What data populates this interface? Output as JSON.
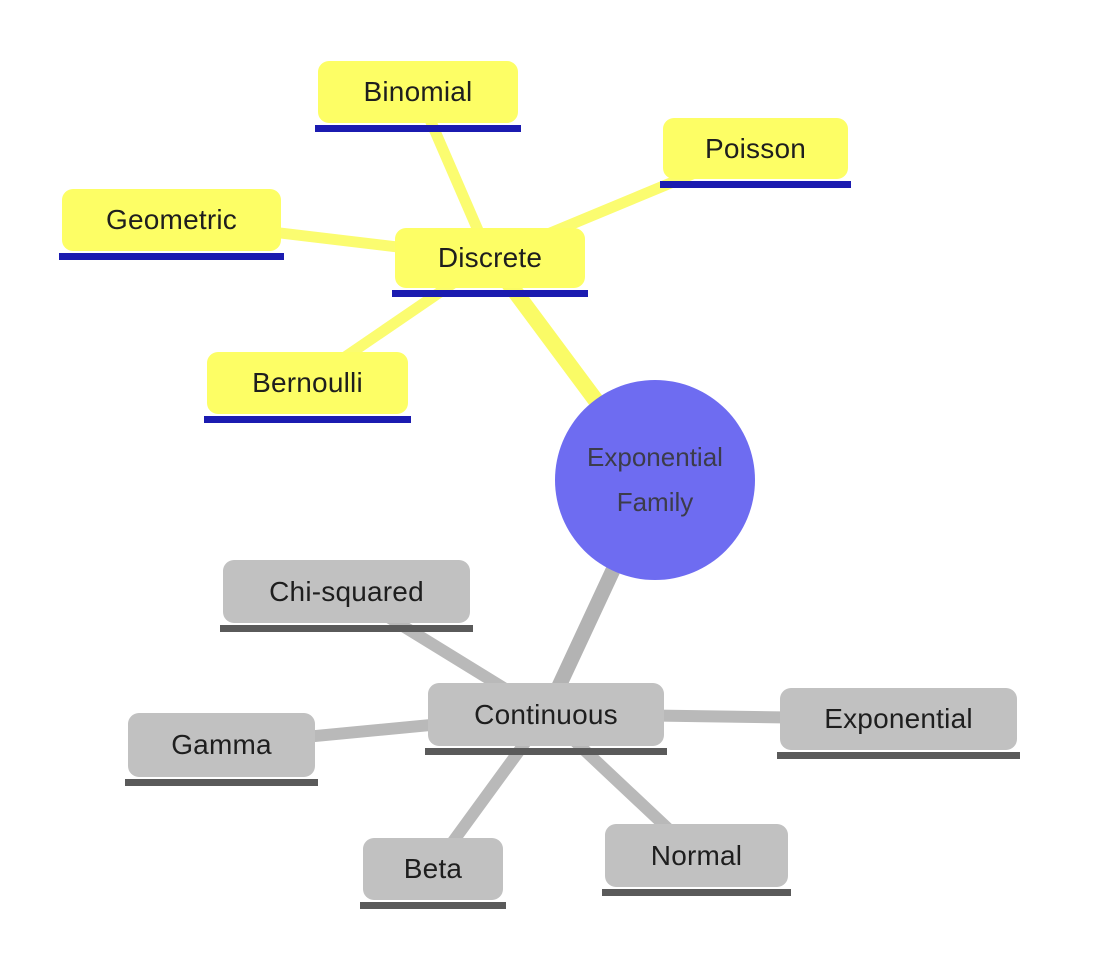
{
  "diagram": {
    "center": {
      "label_line1": "Exponential",
      "label_line2": "Family"
    },
    "branches": [
      {
        "id": "discrete",
        "label": "Discrete",
        "children": [
          "Binomial",
          "Poisson",
          "Geometric",
          "Bernoulli"
        ]
      },
      {
        "id": "continuous",
        "label": "Continuous",
        "children": [
          "Chi-squared",
          "Exponential",
          "Gamma",
          "Beta",
          "Normal"
        ]
      }
    ],
    "edges": [
      {
        "from": "Discrete",
        "to": "Binomial"
      },
      {
        "from": "Discrete",
        "to": "Poisson"
      },
      {
        "from": "Discrete",
        "to": "Geometric"
      },
      {
        "from": "Discrete",
        "to": "Bernoulli"
      },
      {
        "from": "Exponential Family",
        "to": "Discrete"
      },
      {
        "from": "Exponential Family",
        "to": "Continuous"
      },
      {
        "from": "Continuous",
        "to": "Chi-squared"
      },
      {
        "from": "Continuous",
        "to": "Exponential"
      },
      {
        "from": "Continuous",
        "to": "Gamma"
      },
      {
        "from": "Continuous",
        "to": "Beta"
      },
      {
        "from": "Continuous",
        "to": "Normal"
      }
    ],
    "colors": {
      "node_yellow": "#fdfe65",
      "underline_navy": "#1b1bb0",
      "node_gray": "#c1c1c1",
      "underline_dark_gray": "#5a5a5a",
      "center_blue": "#6e6cf1",
      "edge_yellow": "#fbfc70",
      "edge_gray": "#b9b9b9",
      "text": "#1e1e1e"
    }
  },
  "nodes": {
    "binomial": {
      "label": "Binomial"
    },
    "poisson": {
      "label": "Poisson"
    },
    "geometric": {
      "label": "Geometric"
    },
    "discrete": {
      "label": "Discrete"
    },
    "bernoulli": {
      "label": "Bernoulli"
    },
    "chi_squared": {
      "label": "Chi-squared"
    },
    "continuous": {
      "label": "Continuous"
    },
    "exponential": {
      "label": "Exponential"
    },
    "gamma": {
      "label": "Gamma"
    },
    "beta": {
      "label": "Beta"
    },
    "normal": {
      "label": "Normal"
    }
  }
}
